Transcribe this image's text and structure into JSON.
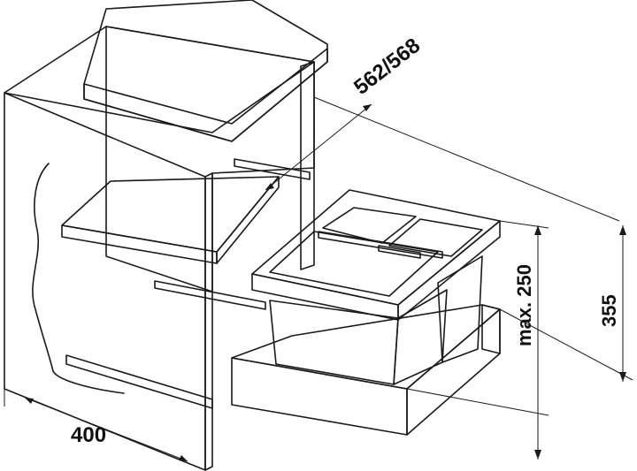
{
  "dimensions": {
    "depth": "562/568",
    "width": "400",
    "max_height": "max. 250",
    "height": "355"
  },
  "colors": {
    "cabinet_fill": "#d2d2d2",
    "cabinet_light": "#e6e6e6",
    "cabinet_dark": "#b9b9b9",
    "bin_fill": "#c4c4c4",
    "bin_dark": "#acacac",
    "stroke": "#1a1a1a"
  }
}
